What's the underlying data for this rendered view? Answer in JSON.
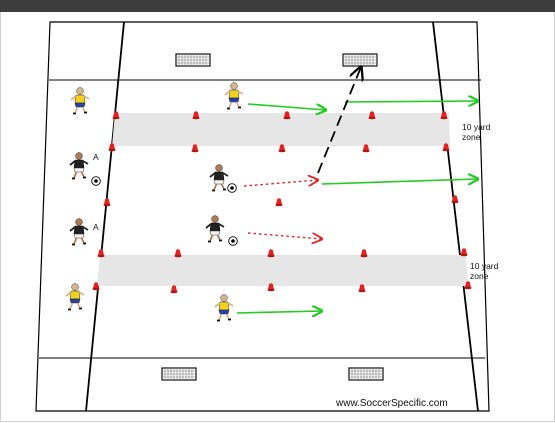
{
  "window": {
    "title": ""
  },
  "diagram": {
    "zone_label_line1": "10 yard",
    "zone_label_line2": "zone",
    "zone_label_2_line1": "10 yard",
    "zone_label_2_line2": "zone",
    "player_label_a": "A",
    "player_label_b": "A",
    "watermark": "www.SoccerSpecific.com",
    "colors": {
      "field_border": "#000000",
      "zone_fill": "#e6e6e6",
      "cone": "#e32222",
      "green_arrow": "#22cc22",
      "red_dotted_arrow": "#e32222",
      "shot_arrow": "#000000",
      "team_yellow": "#f2d21b",
      "team_blue": "#2b3fae",
      "team_black": "#222222"
    },
    "icons": {
      "goal": "soccer-goal-icon",
      "cone": "cone-marker-icon",
      "ball": "soccer-ball-icon",
      "player": "player-figure-icon"
    }
  }
}
